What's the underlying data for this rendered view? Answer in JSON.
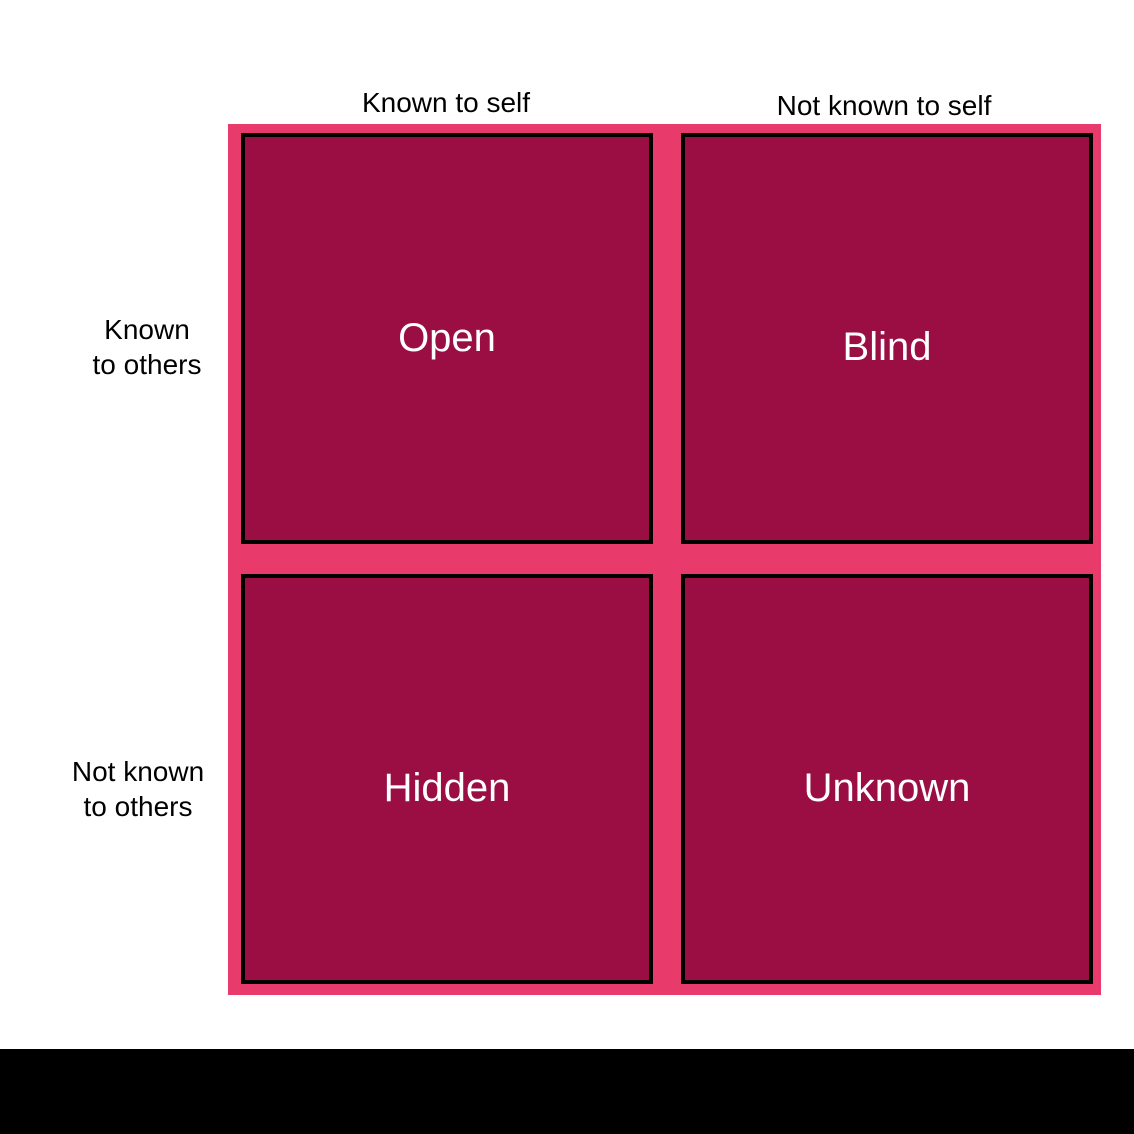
{
  "labels": {
    "top": [
      "Known to self",
      "Not known to self"
    ],
    "side": [
      "Known\nto others",
      "Not known\nto others"
    ]
  },
  "quadrants": [
    {
      "id": "open",
      "label": "Open"
    },
    {
      "id": "blind",
      "label": "Blind"
    },
    {
      "id": "hidden",
      "label": "Hidden"
    },
    {
      "id": "unknown",
      "label": "Unknown"
    }
  ],
  "colors": {
    "background": "#ffffff",
    "frame": "#e83a6b",
    "cell": "#9a0e43",
    "cell-border": "#000000",
    "cell-text": "#ffffff",
    "label-text": "#000000",
    "bottom-bar": "#000000"
  }
}
